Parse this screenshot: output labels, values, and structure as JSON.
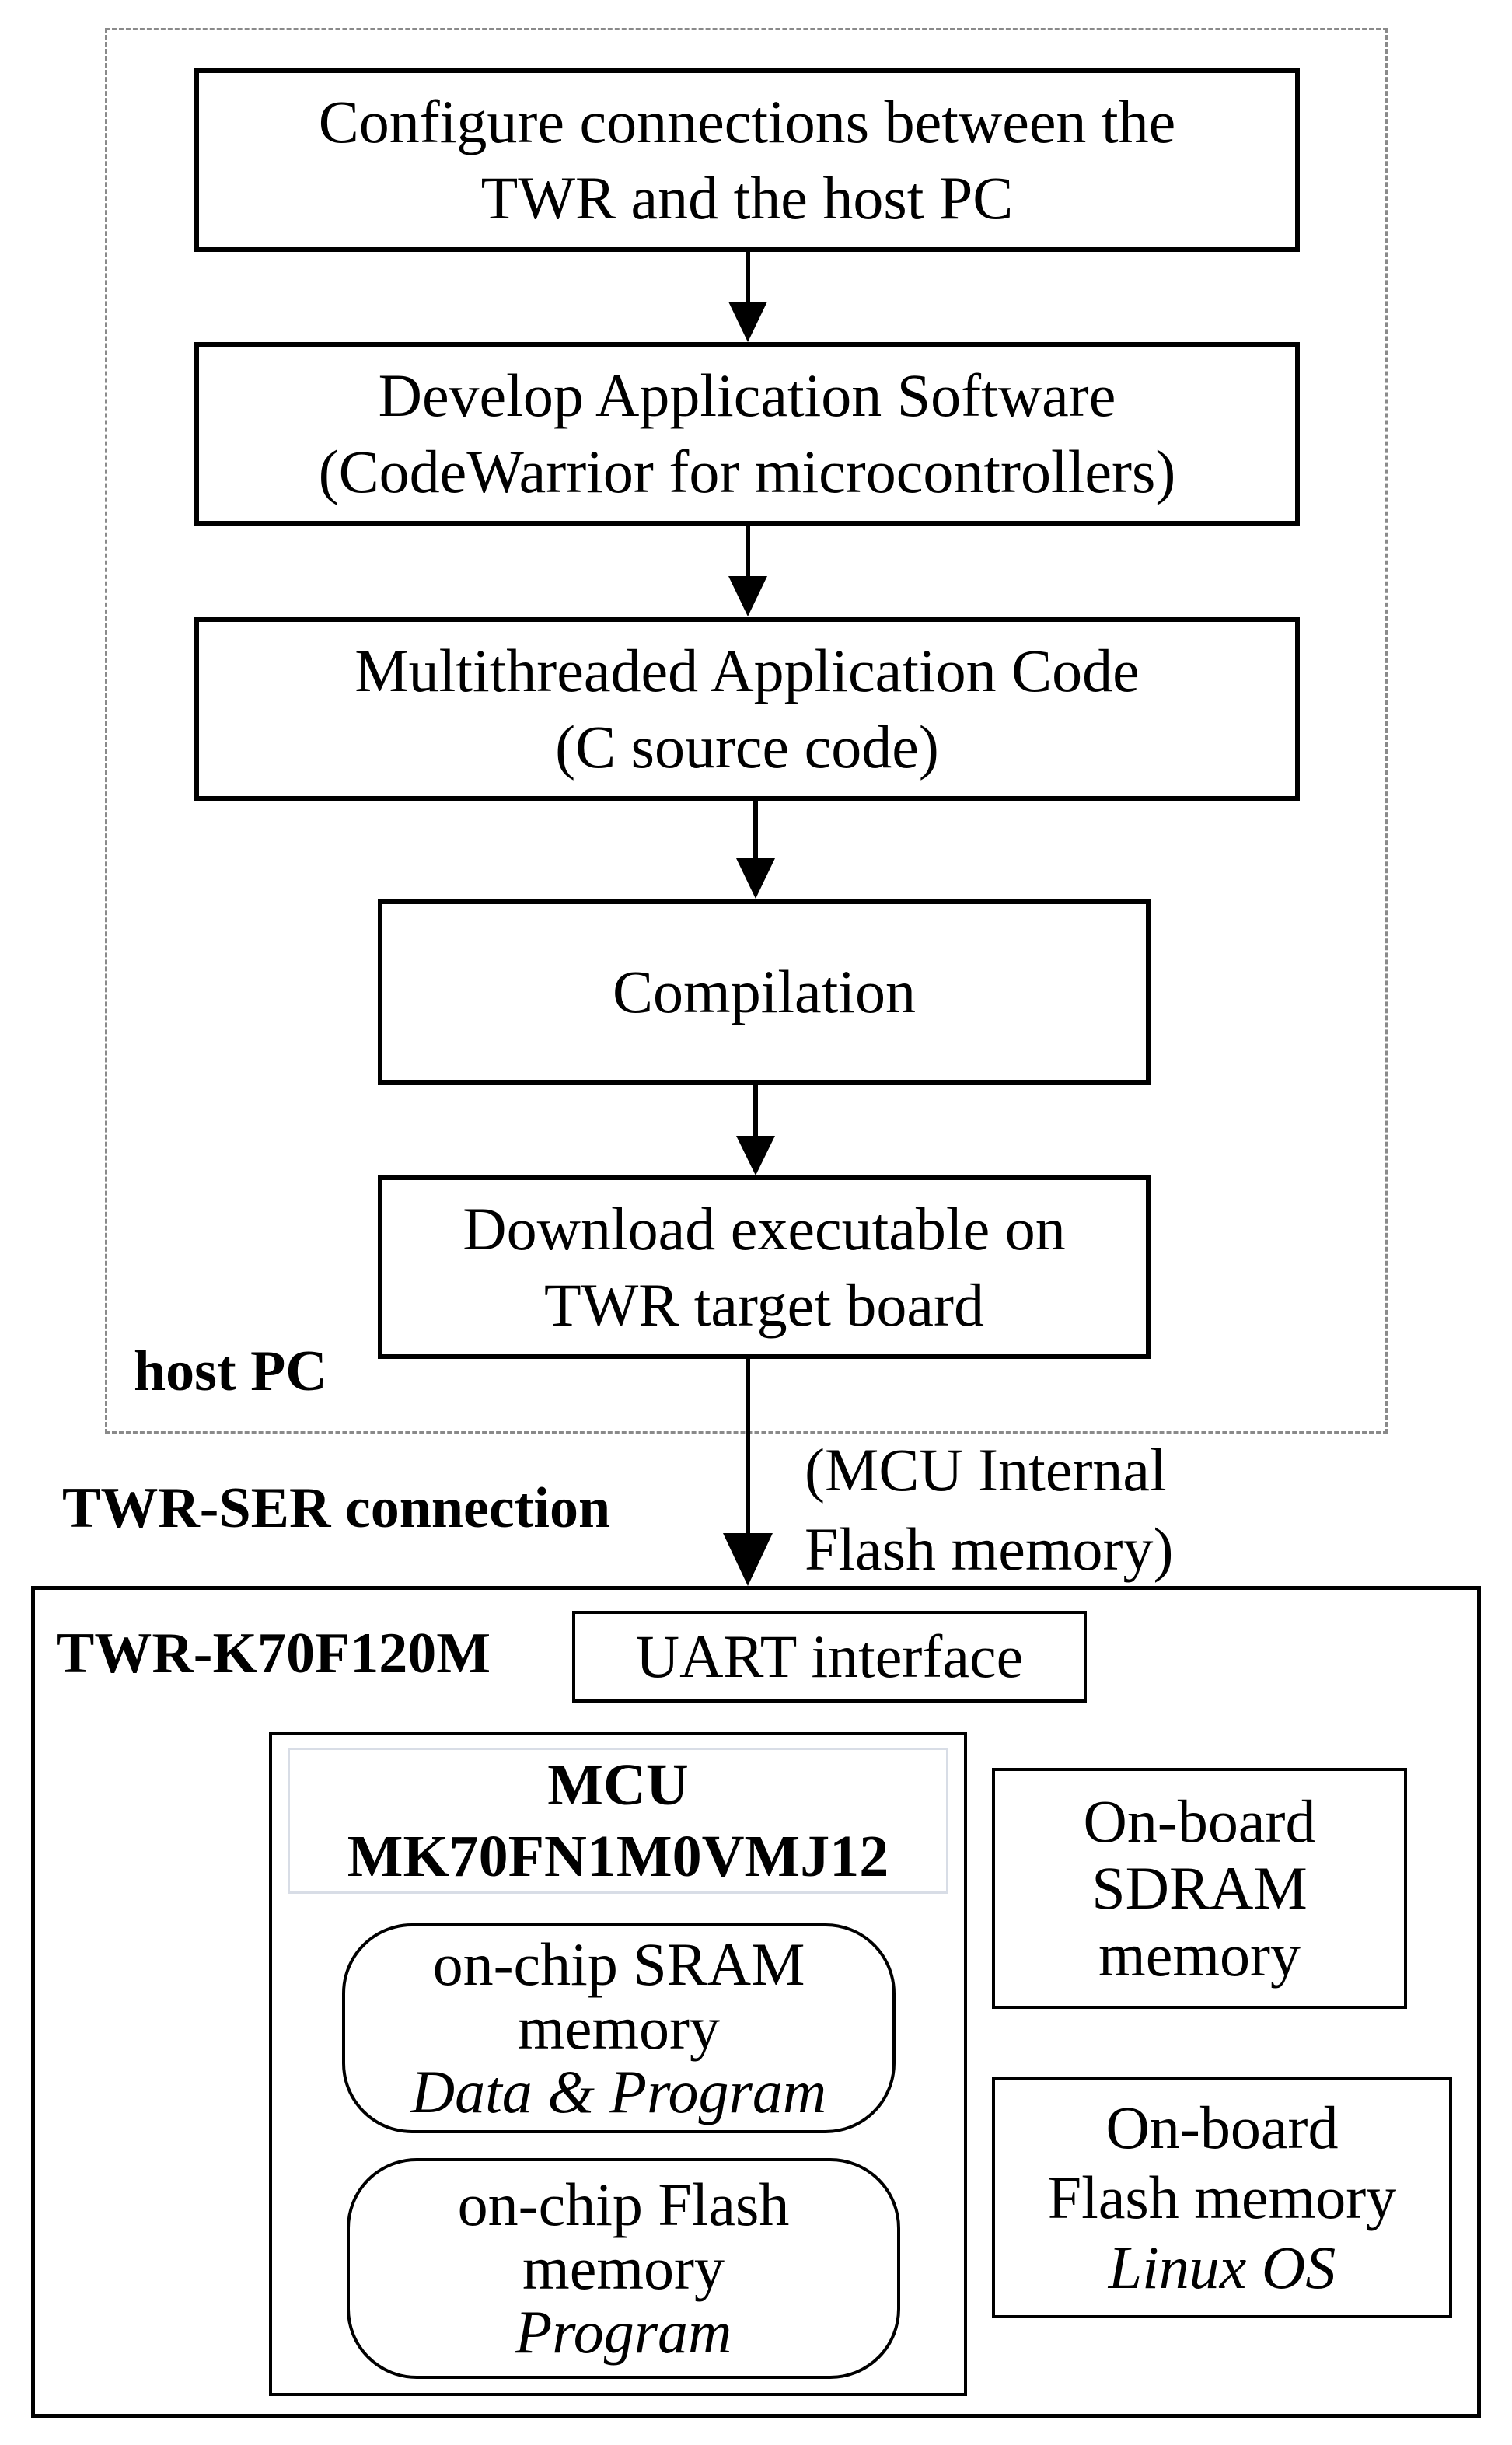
{
  "flow": {
    "step1": [
      "Configure connections between the",
      "TWR and the host PC"
    ],
    "step2": [
      "Develop Application Software",
      "(CodeWarrior for microcontrollers)"
    ],
    "step3": [
      "Multithreaded Application Code",
      "(C source code)"
    ],
    "step4": [
      "Compilation"
    ],
    "step5": [
      "Download executable on",
      "TWR target board"
    ]
  },
  "host_label": "host PC",
  "connection_label": "TWR-SER connection",
  "flash_note": [
    "(MCU Internal",
    "Flash memory)"
  ],
  "board": {
    "title": "TWR-K70F120M",
    "uart": "UART interface",
    "mcu": {
      "title": [
        "MCU",
        "MK70FN1M0VMJ12"
      ],
      "sram": {
        "name": [
          "on-chip SRAM",
          "memory"
        ],
        "usage": "Data & Program"
      },
      "flash": {
        "name": [
          "on-chip Flash",
          "memory"
        ],
        "usage": "Program"
      }
    },
    "sdram": [
      "On-board",
      "SDRAM",
      "memory"
    ],
    "onboard_flash": {
      "name": [
        "On-board",
        "Flash memory"
      ],
      "usage": "Linux OS"
    }
  }
}
